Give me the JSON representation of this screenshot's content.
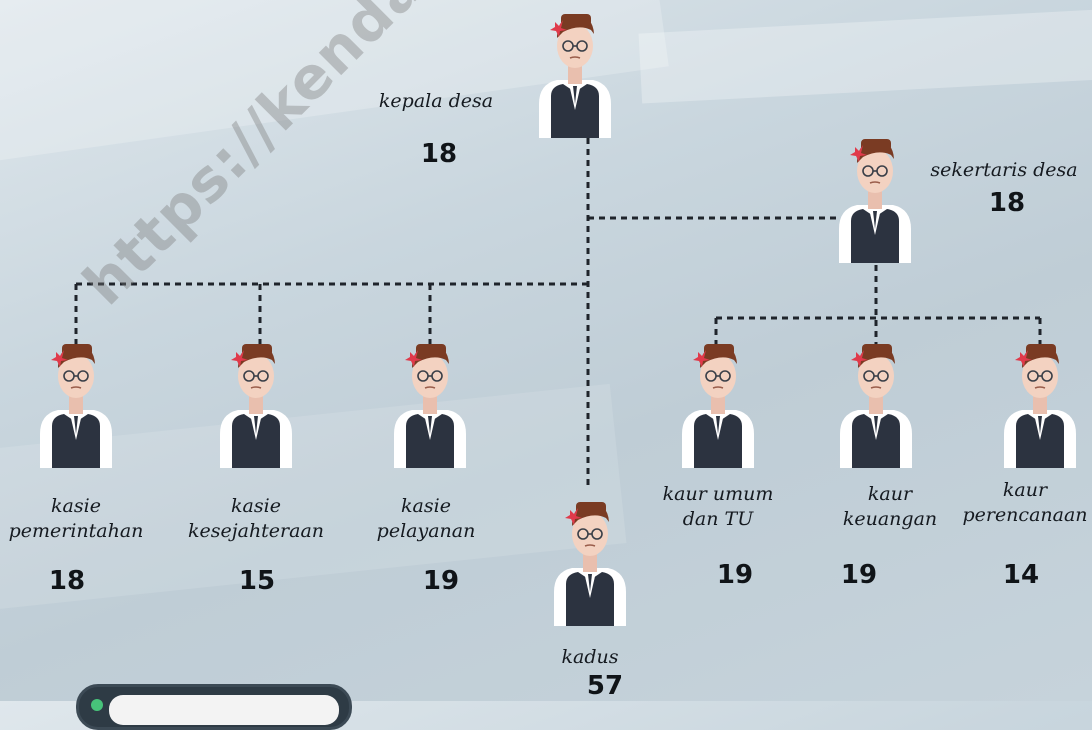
{
  "watermark": "https://kendalkab.go.id",
  "icon_name": "person-icon",
  "colors": {
    "vest": "#2c3340",
    "skin": "#f3d2c1",
    "hair": "#7a3b23",
    "shirt": "#ffffff",
    "line": "#1f242b"
  },
  "positions": [
    {
      "id": "kepala-desa",
      "label_lines": [
        "kepala desa"
      ],
      "count": "18"
    },
    {
      "id": "sekertaris-desa",
      "label_lines": [
        "sekertaris desa"
      ],
      "count": "18"
    },
    {
      "id": "kasie-pemerintahan",
      "label_lines": [
        "kasie",
        "pemerintahan"
      ],
      "count": "18"
    },
    {
      "id": "kasie-kesejahteraan",
      "label_lines": [
        "kasie",
        "kesejahteraan"
      ],
      "count": "15"
    },
    {
      "id": "kasie-pelayanan",
      "label_lines": [
        "kasie",
        "pelayanan"
      ],
      "count": "19"
    },
    {
      "id": "kadus",
      "label_lines": [
        "kadus"
      ],
      "count": "57"
    },
    {
      "id": "kaur-umum",
      "label_lines": [
        "kaur umum",
        "dan TU"
      ],
      "count": "19"
    },
    {
      "id": "kaur-keuangan",
      "label_lines": [
        "kaur",
        "keuangan"
      ],
      "count": "19"
    },
    {
      "id": "kaur-perencanaan",
      "label_lines": [
        "kaur",
        "perencanaan"
      ],
      "count": "14"
    }
  ]
}
